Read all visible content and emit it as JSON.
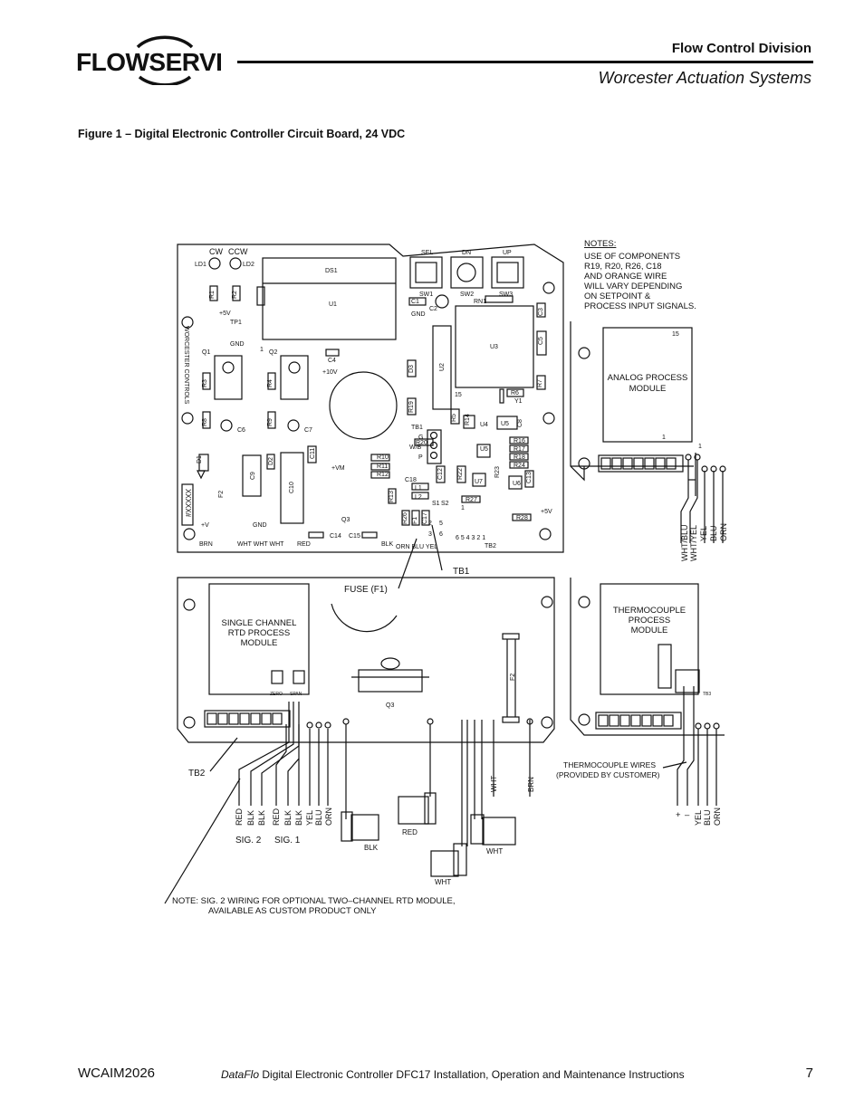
{
  "header": {
    "logo_text": "FLOWSERVE",
    "division": "Flow Control Division",
    "subtitle": "Worcester Actuation Systems"
  },
  "figure": {
    "caption": "Figure 1  – Digital Electronic Controller Circuit Board, 24 VDC"
  },
  "board": {
    "leds": [
      "CW",
      "CCW",
      "LD1",
      "LD2"
    ],
    "switches": [
      "SEL",
      "DN",
      "UP",
      "SW1",
      "SW2",
      "SW3"
    ],
    "ics": [
      "DS1",
      "U1",
      "U2",
      "U3",
      "U4",
      "U5",
      "U6",
      "U7"
    ],
    "vertical_brand": "WORCESTER CONTROLS",
    "labels": {
      "plus5v": "+5V",
      "tp1": "TP1",
      "gnd": "GND",
      "q1": "Q1",
      "q2": "Q2",
      "q3": "Q3",
      "c4": "C4",
      "plus10v": "+10V",
      "c6": "C6",
      "c7": "C7",
      "vm": "+VM",
      "tb1": "TB1",
      "tb2": "TB2",
      "rn1": "RN1",
      "c1": "C1",
      "c2": "C2",
      "y1": "Y1",
      "xxxx": "XXXXX#",
      "plusv": "+V",
      "brn": "BRN",
      "whtx3": "WHT WHT WHT",
      "red": "RED",
      "c14": "C14",
      "c15": "C15",
      "blk": "BLK",
      "orn_blu_yel": "ORN BLU YEL",
      "plus5v_b": "+5V",
      "tb1_pins": "6  5  4  3  2  1",
      "gwbp": [
        "G",
        "W/B",
        "P"
      ],
      "pin15": "15",
      "s1": "S1",
      "s2": "S2"
    },
    "resistors": [
      "R1",
      "R2",
      "R3",
      "R4",
      "R5",
      "R6",
      "R7",
      "R8",
      "R9",
      "R10",
      "R11",
      "R12",
      "R13",
      "R14",
      "R15",
      "R16",
      "R17",
      "R18",
      "R19",
      "R20",
      "R21",
      "R22",
      "R23",
      "R24",
      "R25",
      "R26",
      "R27",
      "R28"
    ],
    "caps": [
      "C3",
      "C5",
      "C8",
      "C9",
      "C10",
      "C11",
      "C12",
      "C13",
      "C16",
      "C17",
      "C18"
    ],
    "diodes": [
      "D1",
      "D2",
      "D3",
      "F2",
      "L1",
      "L2",
      "F1"
    ]
  },
  "notes": {
    "heading": "NOTES:",
    "lines": [
      "USE OF COMPONENTS",
      "R19, R20, R26, C18",
      "AND ORANGE WIRE",
      "WILL VARY DEPENDING",
      "ON SETPOINT &",
      "PROCESS INPUT SIGNALS."
    ]
  },
  "analog_module": {
    "title_lines": [
      "ANALOG PROCESS",
      "MODULE"
    ],
    "pin_top": "15",
    "pin_bottom": "1",
    "pin_right": "1",
    "wires": [
      "WHT/BLU",
      "WHT/YEL",
      "YEL",
      "BLU",
      "ORN"
    ]
  },
  "rtd_module": {
    "title_lines": [
      "SINGLE CHANNEL",
      "RTD PROCESS",
      "MODULE"
    ],
    "pots": [
      "ZERO",
      "SPAN"
    ],
    "wires": [
      "RED",
      "BLK",
      "BLK",
      "RED",
      "BLK",
      "BLK",
      "YEL",
      "BLU",
      "ORN"
    ],
    "sig2": "SIG. 2",
    "sig1": "SIG. 1",
    "tb2": "TB2"
  },
  "middle": {
    "fuse_label": "FUSE (F1)",
    "tb1_label": "TB1",
    "q3": "Q3",
    "f2": "F2",
    "connectors": [
      "BLK",
      "RED",
      "WHT",
      "WHT"
    ],
    "wht": "WHT",
    "brn": "BRN"
  },
  "thermo_module": {
    "title_lines": [
      "THERMOCOUPLE",
      "PROCESS",
      "MODULE"
    ],
    "tb3": "TB3",
    "wires_label_lines": [
      "THERMOCOUPLE WIRES",
      "(PROVIDED BY CUSTOMER)"
    ],
    "wires": [
      "+",
      "–",
      "YEL",
      "BLU",
      "ORN"
    ]
  },
  "bottom_note": {
    "lines": [
      "NOTE: SIG. 2 WIRING FOR OPTIONAL TWO–CHANNEL RTD MODULE,",
      "AVAILABLE AS CUSTOM PRODUCT ONLY"
    ]
  },
  "footer": {
    "doc_id": "WCAIM2026",
    "title_italic": "DataFlo",
    "title_rest": " Digital Electronic Controller DFC17 Installation, Operation and Maintenance Instructions",
    "page": "7"
  }
}
